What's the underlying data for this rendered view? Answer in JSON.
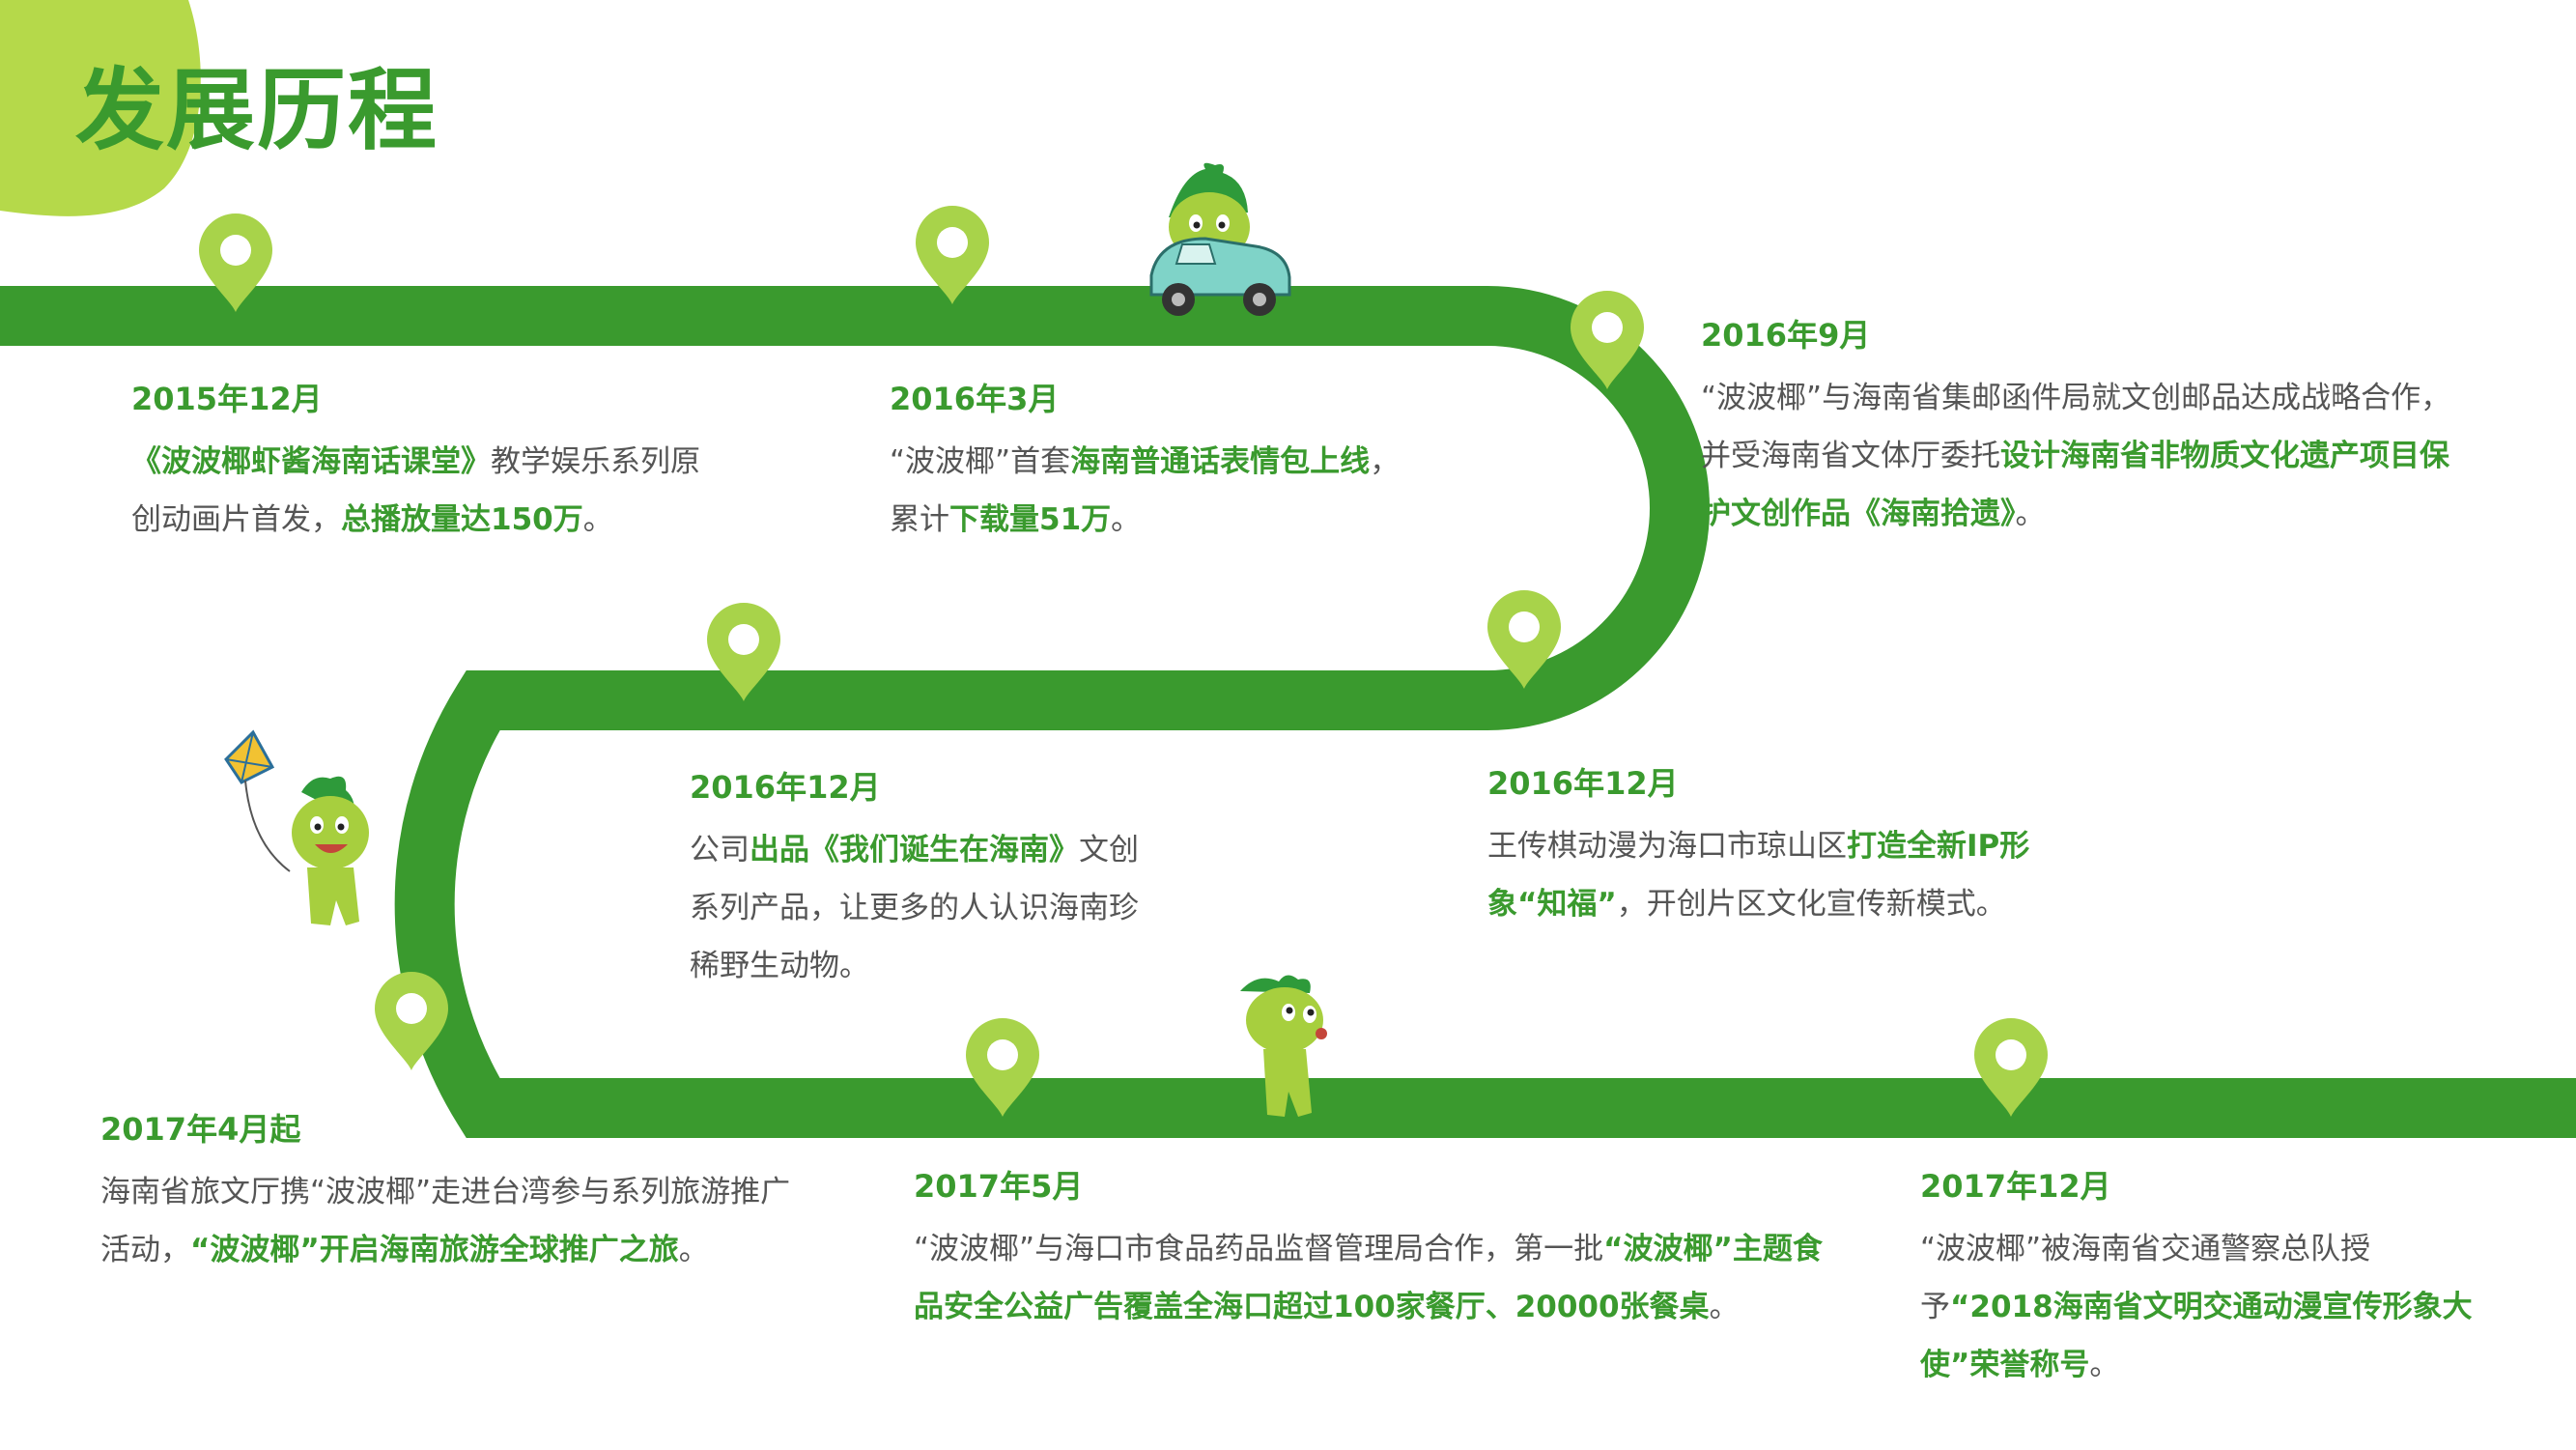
{
  "page": {
    "title": "发展历程",
    "colors": {
      "road": "#3a9a2e",
      "pin": "#a8d34a",
      "blob": "#b5d94a",
      "date": "#3a9a2e",
      "highlight": "#3a9a2e",
      "text": "#555555"
    }
  },
  "timeline": [
    {
      "date": "2015年12月",
      "segments": [
        {
          "text": "《波波椰虾酱海南话课堂》",
          "hl": true
        },
        {
          "text": "教学娱乐系列原创动画片首发，",
          "hl": false
        },
        {
          "text": "总播放量达150万",
          "hl": true
        },
        {
          "text": "。",
          "hl": false
        }
      ]
    },
    {
      "date": "2016年3月",
      "segments": [
        {
          "text": "“波波椰”首套",
          "hl": false
        },
        {
          "text": "海南普通话表情包上线",
          "hl": true
        },
        {
          "text": "，累计",
          "hl": false
        },
        {
          "text": "下载量51万",
          "hl": true
        },
        {
          "text": "。",
          "hl": false
        }
      ]
    },
    {
      "date": "2016年9月",
      "segments": [
        {
          "text": "“波波椰”与海南省集邮函件局就文创邮品达成战略合作，并受海南省文体厅委托",
          "hl": false
        },
        {
          "text": "设计海南省非物质文化遗产项目保护文创作品《海南拾遗》",
          "hl": true
        },
        {
          "text": "。",
          "hl": false
        }
      ]
    },
    {
      "date": "2016年12月",
      "segments": [
        {
          "text": "公司",
          "hl": false
        },
        {
          "text": "出品《我们诞生在海南》",
          "hl": true
        },
        {
          "text": "文创系列产品，让更多的人认识海南珍稀野生动物。",
          "hl": false
        }
      ]
    },
    {
      "date": "2016年12月",
      "segments": [
        {
          "text": "王传棋动漫为海口市琼山区",
          "hl": false
        },
        {
          "text": "打造全新IP形象“知福”",
          "hl": true
        },
        {
          "text": "，开创片区文化宣传新模式。",
          "hl": false
        }
      ]
    },
    {
      "date": "2017年4月起",
      "segments": [
        {
          "text": "海南省旅文厅携“波波椰”走进台湾参与系列旅游推广活动，",
          "hl": false
        },
        {
          "text": "“波波椰”开启海南旅游全球推广之旅",
          "hl": true
        },
        {
          "text": "。",
          "hl": false
        }
      ]
    },
    {
      "date": "2017年5月",
      "segments": [
        {
          "text": "“波波椰”与海口市食品药品监督管理局合作，第一批",
          "hl": false
        },
        {
          "text": "“波波椰”主题食品安全公益广告覆盖全海口超过100家餐厅、20000张餐桌",
          "hl": true
        },
        {
          "text": "。",
          "hl": false
        }
      ]
    },
    {
      "date": "2017年12月",
      "segments": [
        {
          "text": "“波波椰”被海南省交通警察总队授予",
          "hl": false
        },
        {
          "text": "“2018海南省文明交通动漫宣传形象大使”荣誉称号",
          "hl": true
        },
        {
          "text": "。",
          "hl": false
        }
      ]
    }
  ],
  "decor": {
    "pin_icon": "map-pin-icon",
    "mascot_car_icon": "mascot-in-car-icon",
    "mascot_kite_icon": "mascot-with-kite-icon",
    "mascot_standing_icon": "mascot-standing-icon"
  }
}
